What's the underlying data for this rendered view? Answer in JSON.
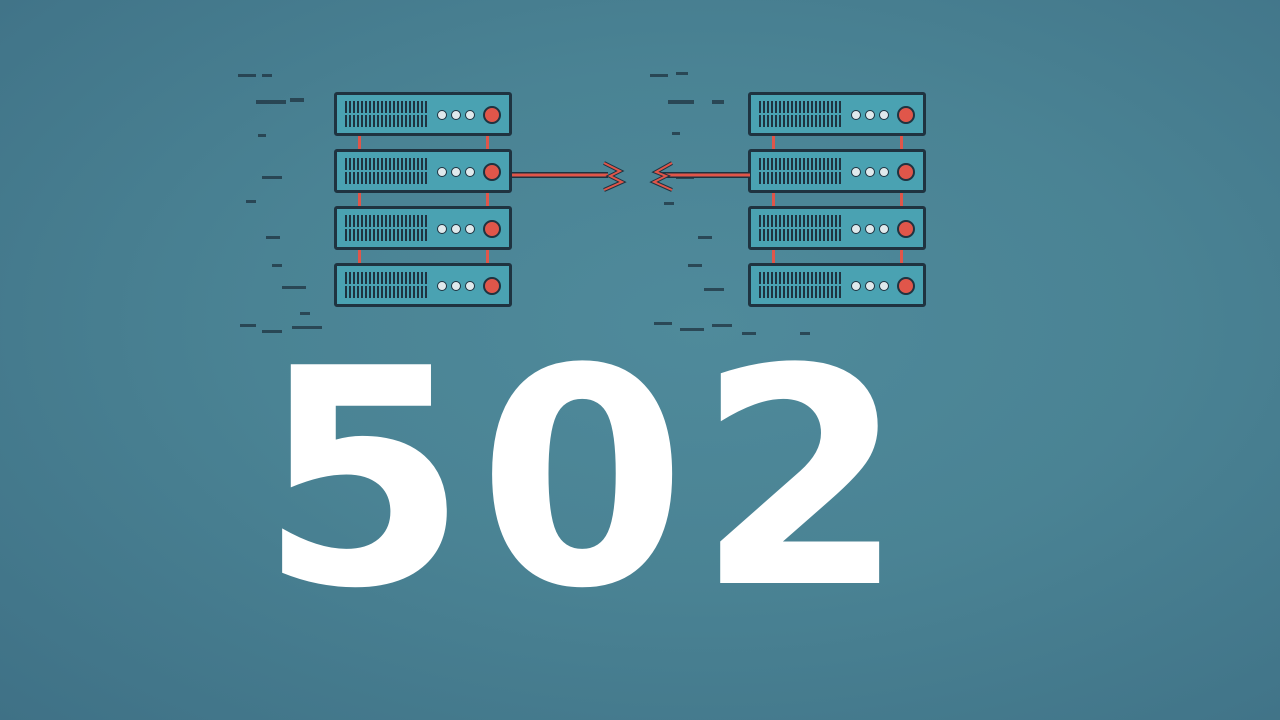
{
  "error": {
    "code": "502"
  },
  "colors": {
    "background": "#4a8394",
    "server_body": "#4aa2b2",
    "outline": "#1f3340",
    "status_led": "#e0564a",
    "cable": "#e0564a",
    "code_text": "#ffffff"
  },
  "illustration": {
    "left_rack": {
      "icon": "server-rack-icon",
      "units": 4
    },
    "right_rack": {
      "icon": "server-rack-icon",
      "units": 4
    },
    "connection": {
      "icon": "broken-connection-icon",
      "state": "broken"
    }
  }
}
